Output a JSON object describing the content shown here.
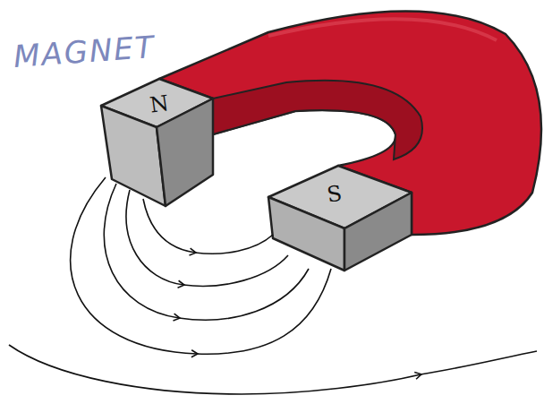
{
  "diagram": {
    "labels": [
      "MAGNET",
      "N",
      "S"
    ]
  }
}
